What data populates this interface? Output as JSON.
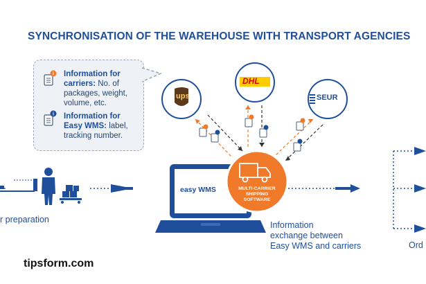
{
  "title": "SYNCHRONISATION OF THE WAREHOUSE WITH TRANSPORT AGENCIES",
  "callout": {
    "carriers_heading": "Information for carriers:",
    "carriers_body": "No. of packages, weight, volume, etc.",
    "easywms_heading": "Information for Easy WMS:",
    "easywms_body": "label, tracking number."
  },
  "carriers": {
    "ups": "ups",
    "dhl": "DHL",
    "seur": "SEUR"
  },
  "laptop_logo": "easy WMS",
  "hub": {
    "line1": "MULTI-CARRIER",
    "line2": "SHIPPING",
    "line3": "SOFTWARE"
  },
  "labels": {
    "left": "r preparation",
    "center_line1": "Information",
    "center_line2": "exchange between",
    "center_line3": "Easy WMS and carriers",
    "right": "Ord"
  },
  "brand": "tipsform.com",
  "colors": {
    "primary": "#1f4e9a",
    "accent": "#f07a2a",
    "ups": "#5a3a1a",
    "dhl": "#d40511",
    "dhl_bg": "#ffcc00",
    "seur": "#1f4e9a"
  }
}
